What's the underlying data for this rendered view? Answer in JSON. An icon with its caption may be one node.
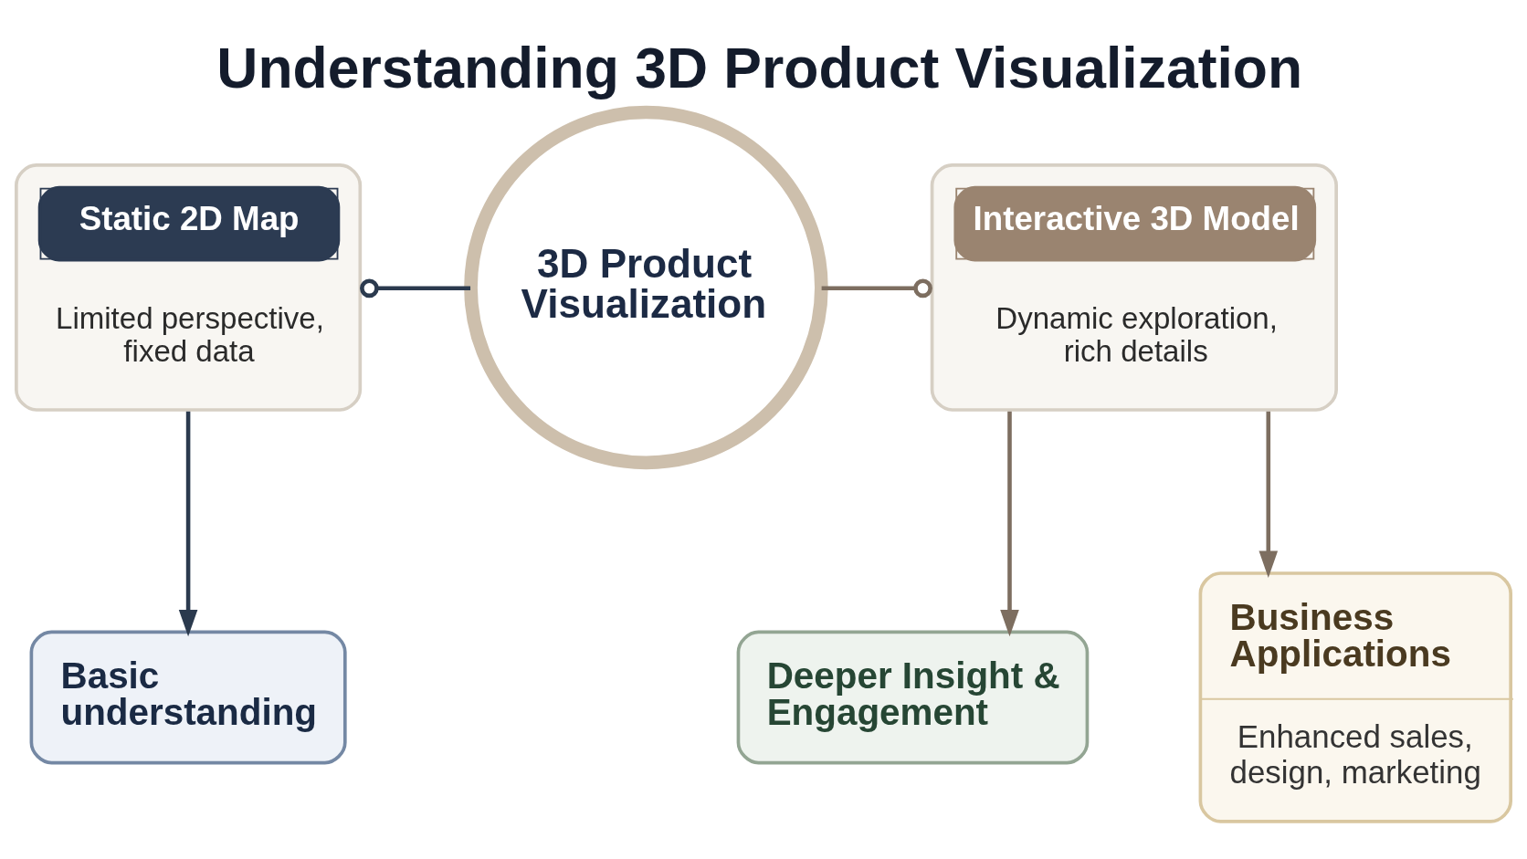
{
  "diagram": {
    "title": "Understanding 3D Product Visualization",
    "nodes": [
      {
        "text": [
          "Static 2D Map",
          "Limited perspective, fixed data"
        ]
      },
      {
        "text": [
          "3D Product Visualization"
        ]
      },
      {
        "text": [
          "Interactive 3D Model",
          "Dynamic exploration, rich details"
        ]
      },
      {
        "text": [
          "Basic understanding"
        ]
      },
      {
        "text": [
          "Deeper Insight & Engagement"
        ]
      },
      {
        "text": [
          "Business Applications",
          "Enhanced sales, design, marketing"
        ]
      }
    ],
    "edges": [
      {
        "from": 1,
        "to": 0,
        "arrow": "other",
        "color": "#2b3a4e"
      },
      {
        "from": 1,
        "to": 2,
        "arrow": "other"
      },
      {
        "from": 0,
        "to": 3,
        "arrow": "to",
        "color": "#2b3a4e"
      },
      {
        "from": 2,
        "to": 4,
        "arrow": "to"
      },
      {
        "from": 2,
        "to": 5,
        "arrow": "to"
      }
    ]
  }
}
